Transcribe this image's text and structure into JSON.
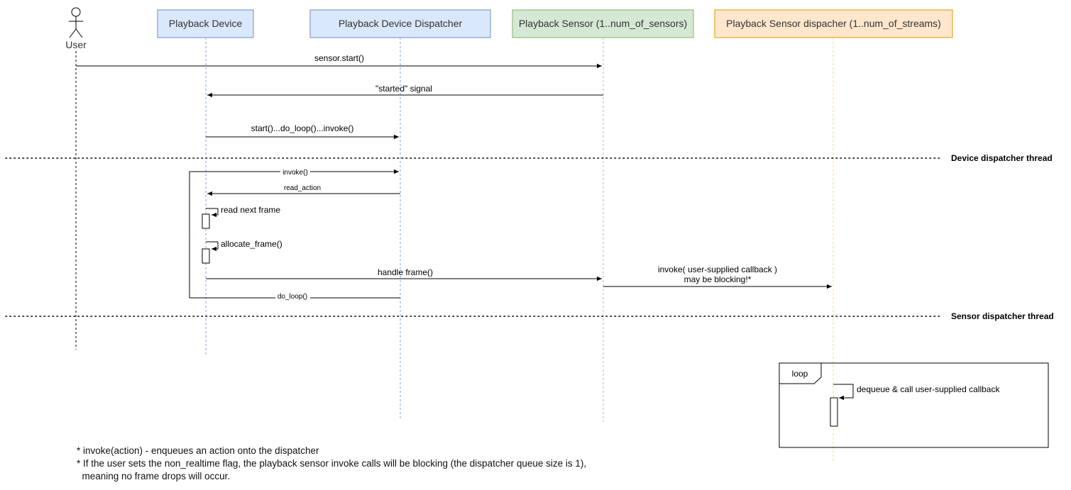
{
  "actor": {
    "label": "User"
  },
  "participants": [
    {
      "label": "Playback Device",
      "fill": "#dae8fc",
      "stroke": "#6c8ebf",
      "line": "#7ea6e0"
    },
    {
      "label": "Playback Device Dispatcher",
      "fill": "#dae8fc",
      "stroke": "#6c8ebf",
      "line": "#7ea6e0"
    },
    {
      "label": "Playback Sensor (1..num_of_sensors)",
      "fill": "#d5e8d4",
      "stroke": "#82b366",
      "line": "#97d077"
    },
    {
      "label": "Playback Sensor dispacher (1..num_of_streams)",
      "fill": "#ffe6cc",
      "stroke": "#d79b00",
      "line": "#ffd966"
    }
  ],
  "messages": [
    {
      "label": "sensor.start()"
    },
    {
      "label": "\"started\" signal"
    },
    {
      "label": "start()...do_loop()...invoke()"
    },
    {
      "label": "invoke()"
    },
    {
      "label": "read_action"
    },
    {
      "label": "read next frame"
    },
    {
      "label": "allocate_frame()"
    },
    {
      "label": "handle frame()"
    },
    {
      "label": "do_loop()"
    },
    {
      "label": "dequeue & call user-supplied callback"
    }
  ],
  "callback_message": {
    "line1": "invoke( user-supplied callback )",
    "line2": "may be blocking!*"
  },
  "threads": {
    "device": "Device dispatcher thread",
    "sensor": "Sensor dispatcher thread"
  },
  "loop_frame": {
    "label": "loop"
  },
  "notes": {
    "line1": "* invoke(action) - enqueues an action onto the dispatcher",
    "line2": "* If the user sets the non_realtime flag, the playback sensor invoke calls will be blocking (the dispatcher queue size is 1),",
    "line3": "  meaning no frame drops will occur."
  }
}
